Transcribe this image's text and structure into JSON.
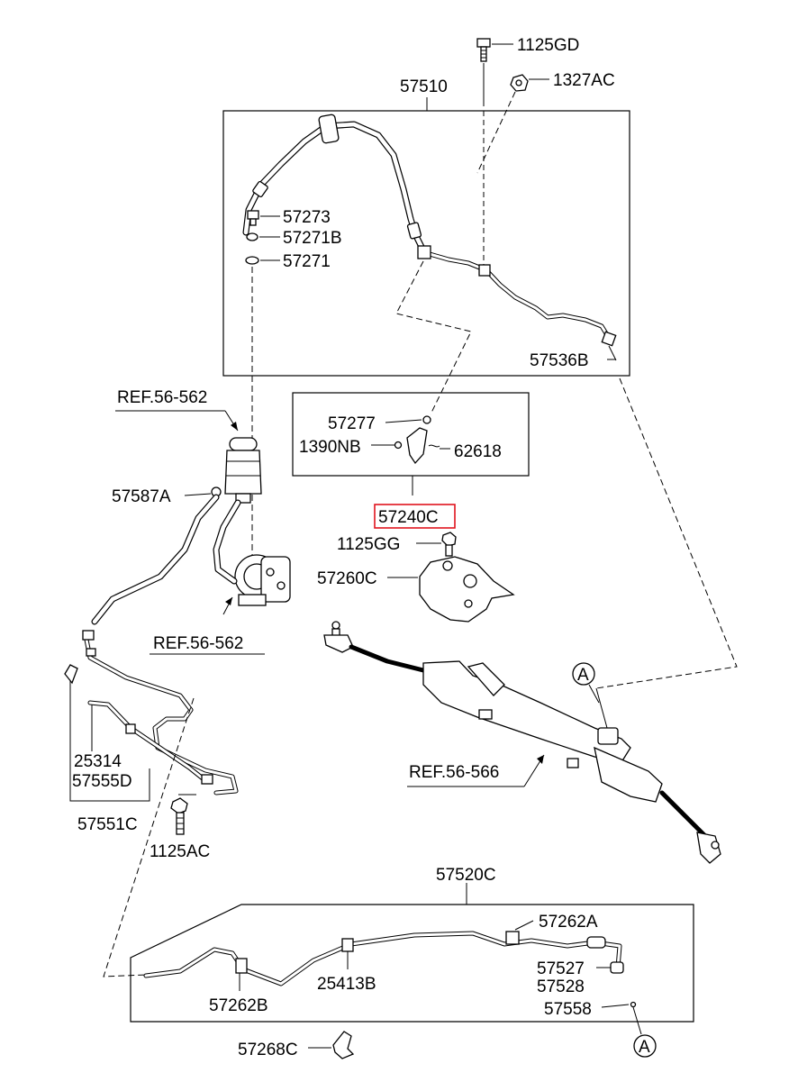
{
  "labels": {
    "l_1125GD": "1125GD",
    "l_1327AC": "1327AC",
    "l_57510": "57510",
    "l_57273": "57273",
    "l_57271B": "57271B",
    "l_57271": "57271",
    "l_57536B": "57536B",
    "l_ref1": "REF.56-562",
    "l_57277": "57277",
    "l_1390NB": "1390NB",
    "l_62618": "62618",
    "l_57587A": "57587A",
    "l_57240C": "57240C",
    "l_1125GG": "1125GG",
    "l_57260C": "57260C",
    "l_ref2": "REF.56-562",
    "l_25314": "25314",
    "l_57555D": "57555D",
    "l_57551C": "57551C",
    "l_1125AC": "1125AC",
    "l_ref3": "REF.56-566",
    "l_A1": "A",
    "l_57520C": "57520C",
    "l_57262A": "57262A",
    "l_57527": "57527",
    "l_57528": "57528",
    "l_57262B": "57262B",
    "l_25413B": "25413B",
    "l_57558": "57558",
    "l_A2": "A",
    "l_57268C": "57268C"
  },
  "highlight_color": "#e0141e"
}
